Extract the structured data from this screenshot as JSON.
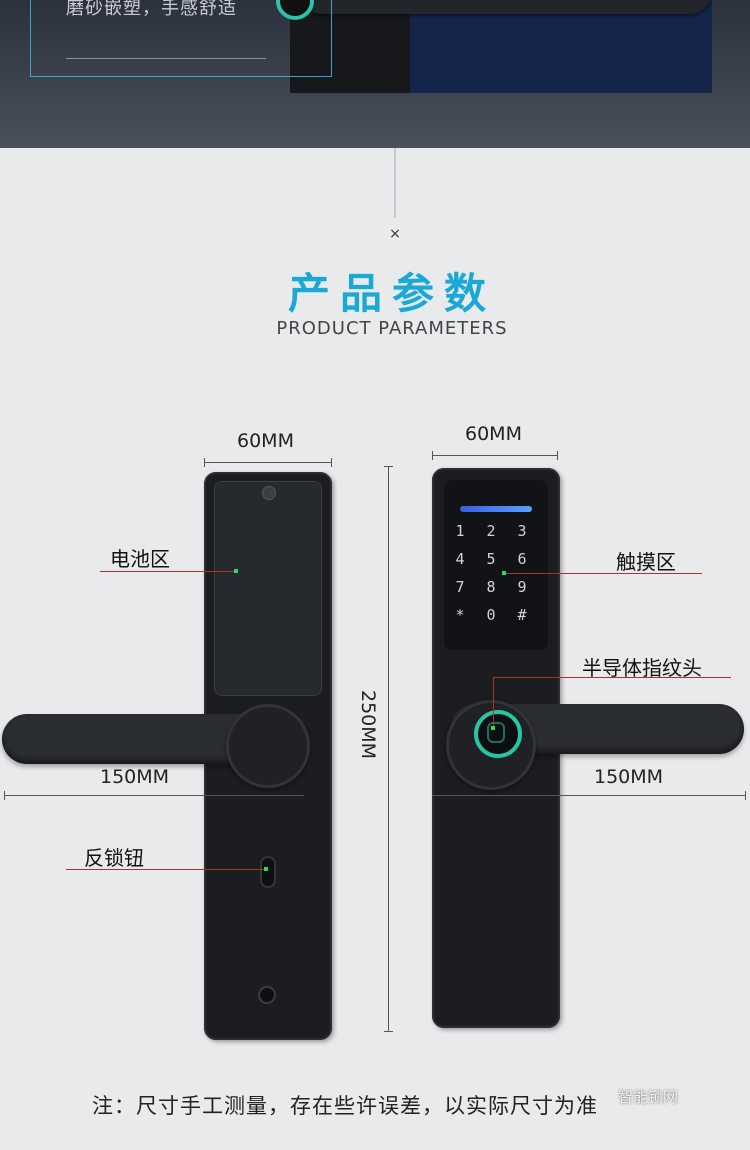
{
  "top_banner": {
    "caption": "磨砂嵌塑，手感舒适"
  },
  "separator_mark": "×",
  "section": {
    "title_cn": "产品参数",
    "title_en": "PRODUCT  PARAMETERS"
  },
  "dimensions": {
    "back_width": "60MM",
    "front_width": "60MM",
    "height": "250MM",
    "back_handle_length": "150MM",
    "front_handle_length": "150MM"
  },
  "callouts": {
    "battery_area": "电池区",
    "touch_area": "触摸区",
    "fingerprint_head": "半导体指纹头",
    "anti_lock_knob": "反锁钮"
  },
  "keypad": {
    "keys": [
      "1",
      "2",
      "3",
      "4",
      "5",
      "6",
      "7",
      "8",
      "9",
      "*",
      "0",
      "#"
    ]
  },
  "note": "注：尺寸手工测量，存在些许误差，以实际尺寸为准",
  "watermark": "智能锁网",
  "colors": {
    "title": "#1aa9d6",
    "accent_ring": "#27c4a6",
    "pointer_line": "#b03030",
    "pointer_dot": "#23e05a"
  }
}
